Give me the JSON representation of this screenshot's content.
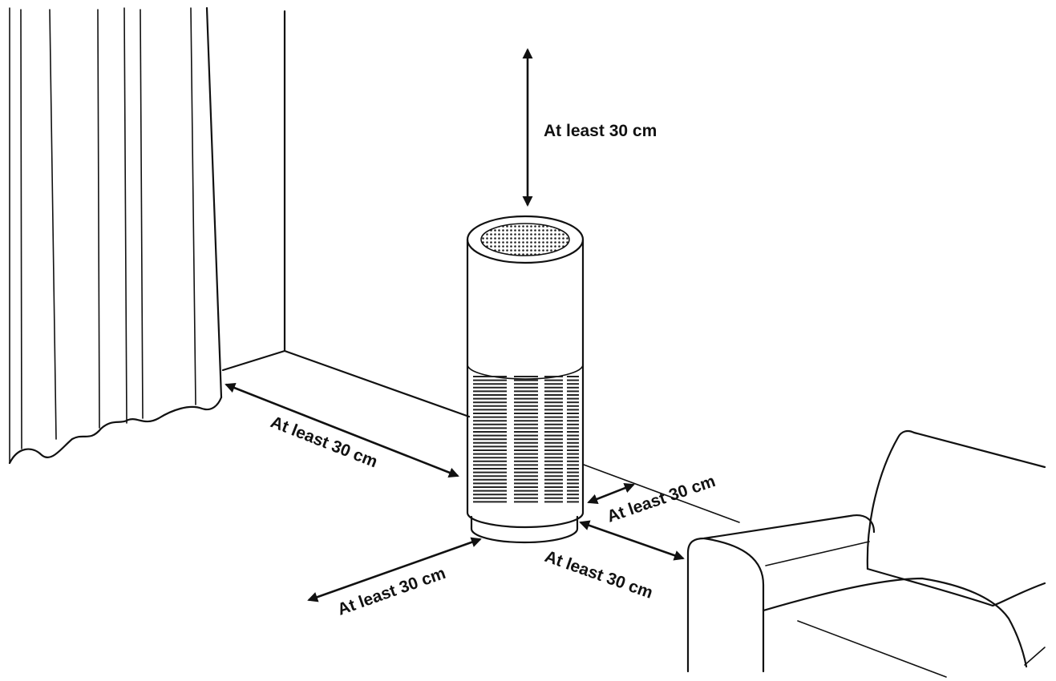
{
  "diagram": {
    "labels": {
      "top": "At least 30 cm",
      "curtain": "At least 30 cm",
      "back_wall": "At least 30 cm",
      "sofa": "At least 30 cm",
      "front": "At least 30 cm"
    },
    "icons": [
      "curtain-icon",
      "air-purifier-icon",
      "sofa-icon",
      "arrow-icon"
    ],
    "colors": {
      "line": "#111111",
      "background": "#ffffff"
    }
  }
}
